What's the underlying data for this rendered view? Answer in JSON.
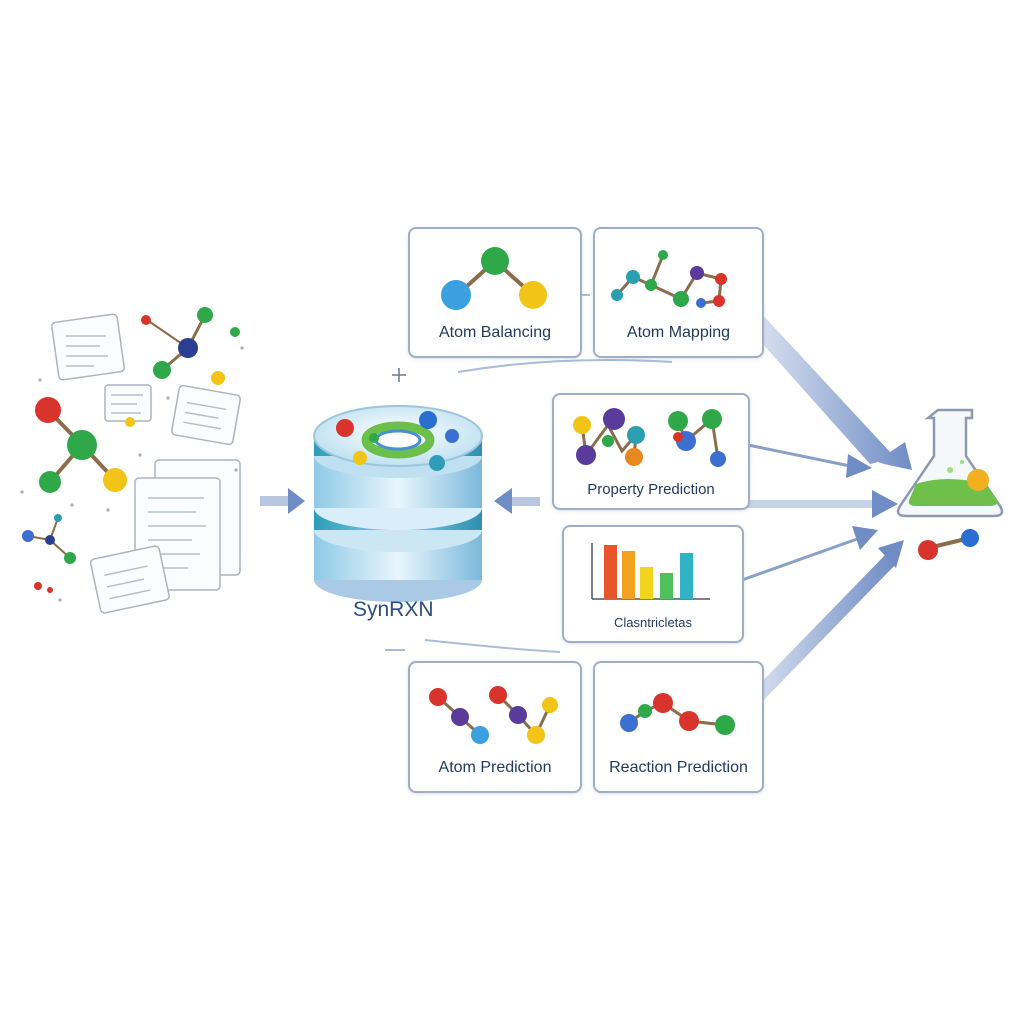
{
  "hub": {
    "label": "SynRXN"
  },
  "modules": {
    "atom_balancing": "Atom Balancing",
    "atom_mapping": "Atom Mapping",
    "property_prediction": "Property Prediction",
    "classification": "Clasntricletas",
    "atom_prediction": "Atom Prediction",
    "reaction_prediction": "Reaction Prediction"
  },
  "colors": {
    "card_border": "#9fb0c4",
    "label_text": "#1f3a5f",
    "hub_label": "#2a4d82",
    "arrow": "#6f8cc4",
    "atom_red": "#d9342b",
    "atom_green": "#2fa84a",
    "atom_blue": "#3b6fd0",
    "atom_yellow": "#f2c418",
    "atom_purple": "#5a3a9a",
    "atom_teal": "#2a9fb0",
    "atom_orange": "#e8871e",
    "flask_liquid": "#6fc04a"
  },
  "icons": [
    "document-sheet-icon",
    "molecule-icon",
    "database-icon",
    "bar-chart-icon",
    "flask-icon"
  ]
}
